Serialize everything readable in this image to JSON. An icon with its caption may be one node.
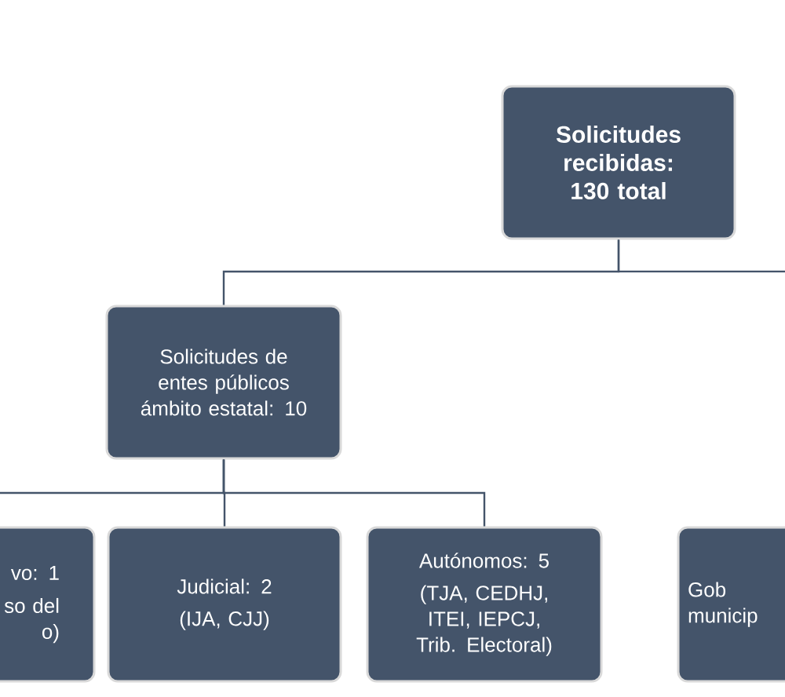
{
  "diagram": {
    "nodes": [
      {
        "text": [
          "Solicitudes recibidas: 130 total"
        ]
      },
      {
        "text": [
          "Solicitudes de entes públicos ámbito estatal: 10"
        ]
      },
      {
        "text": [
          "vo: 1",
          "so del o)"
        ]
      },
      {
        "text": [
          "Judicial: 2",
          "(IJA, CJJ)"
        ]
      },
      {
        "text": [
          "Autónomos: 5",
          "(TJA, CEDHJ, ITEI, IEPCJ, Trib. Electoral)"
        ]
      },
      {
        "text": [
          "Gob municip"
        ]
      }
    ],
    "edges": [
      {
        "from": 0,
        "to": 1,
        "arrow": "none"
      },
      {
        "from": 0,
        "to": null,
        "arrow": "none"
      },
      {
        "from": 1,
        "to": 2,
        "arrow": "none"
      },
      {
        "from": 1,
        "to": 3,
        "arrow": "none"
      },
      {
        "from": 1,
        "to": 4,
        "arrow": "none"
      }
    ]
  }
}
